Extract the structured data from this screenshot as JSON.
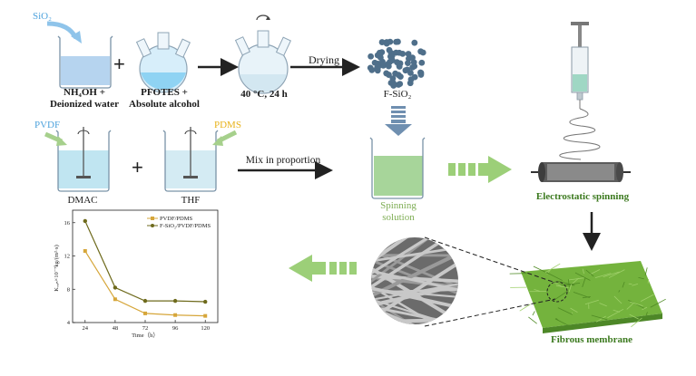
{
  "labels": {
    "sio2": "SiO₂",
    "nh4oh": "NH₄OH +",
    "deionized": "Deionized water",
    "pfotes": "PFOTES +",
    "absolute": "Absolute alcohol",
    "reaction": "40 °C, 24 h",
    "drying": "Drying",
    "fsio2": "F-SiO₂",
    "pvdf": "PVDF",
    "pdms": "PDMS",
    "dmac": "DMAC",
    "thf": "THF",
    "mix": "Mix in proportion",
    "spinning1": "Spinning",
    "spinning2": "solution",
    "electro": "Electrostatic spinning",
    "fibrous": "Fibrous membrane",
    "plus": "+"
  },
  "colors": {
    "water_blue": "#a9cdec",
    "flask_blue": "#8fd3f3",
    "beaker_cyan": "#b9e2ef",
    "spin_green": "#a7d59a",
    "arrow_green": "#9ccf78",
    "membrane_green": "#6faa3a",
    "particle": "#4f6f8a",
    "pvdf_line": "#d6a63a",
    "fsio2_line": "#6e6a1c"
  },
  "chart_data": {
    "type": "line",
    "x": [
      24,
      48,
      72,
      96,
      120
    ],
    "series": [
      {
        "name": "PVDF/PDMS",
        "values": [
          12.6,
          6.8,
          5.1,
          4.9,
          4.8
        ]
      },
      {
        "name": "F-SiO₂/PVDF/PDMS",
        "values": [
          16.2,
          8.2,
          6.6,
          6.6,
          6.5
        ]
      }
    ],
    "xlabel": "Time（h）",
    "ylabel": "Kₒᵤₙ×10⁻⁷kg/(m²·s)",
    "xticks": [
      "24",
      "48",
      "72",
      "96",
      "120"
    ],
    "yticks": [
      "4",
      "8",
      "12",
      "16"
    ],
    "xlim": [
      14,
      130
    ],
    "ylim": [
      4,
      17.5
    ],
    "legend": "top-right",
    "grid": false
  }
}
